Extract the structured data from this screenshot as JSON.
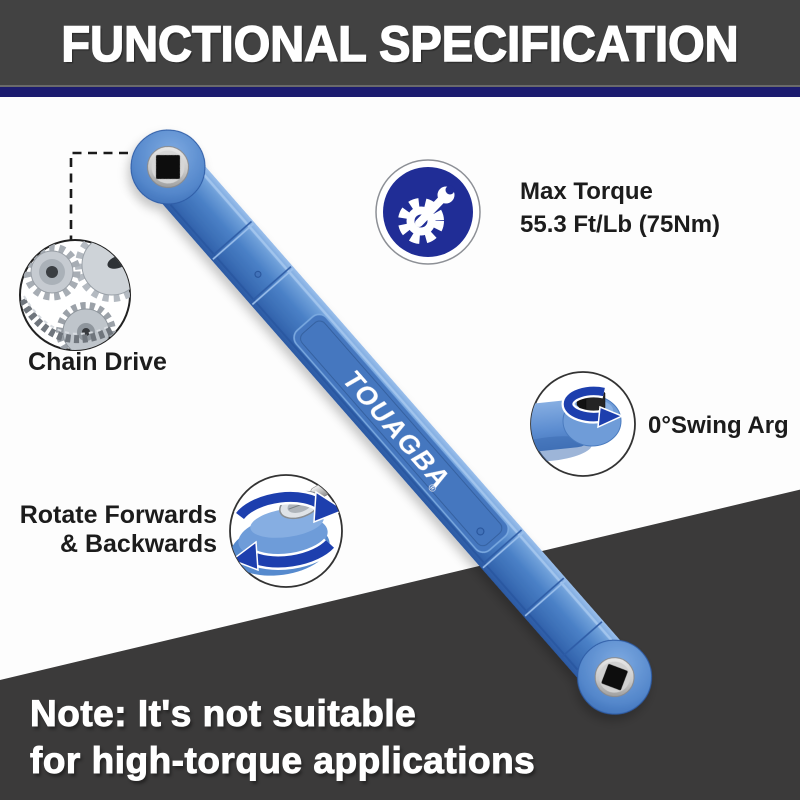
{
  "banner": {
    "title": "FUNCTIONAL SPECIFICATION",
    "bg_color": "#424242",
    "stripe_color": "#1b1b6f"
  },
  "callouts": {
    "max_torque": {
      "line1": "Max Torque",
      "line2": "55.3 Ft/Lb (75Nm)",
      "icon": "gear-wrench-icon",
      "icon_bg": "#202d96"
    },
    "chain_drive": {
      "label": "Chain Drive",
      "icon": "gears-icon"
    },
    "swing": {
      "label": "0°Swing Arg",
      "icon": "swing-rotation-icon",
      "arrow_color": "#1d3fae"
    },
    "rotate": {
      "line1": "Rotate Forwards",
      "line2": "& Backwards",
      "icon": "rotate-arrows-icon",
      "arrow_color": "#1d3fae"
    }
  },
  "wrench": {
    "brand": "TOUAGBA",
    "registered": "®",
    "body_color": "#4a80c6"
  },
  "note": {
    "line1": "Note: It's not suitable",
    "line2": "for high-torque applications"
  },
  "colors": {
    "background_top": "#fdfdfd",
    "background_bottom_wedge": "#3b3a3a",
    "accent_blue": "#4a80c6",
    "icon_navy": "#202d96",
    "detail_arrow_blue": "#1d3fae"
  }
}
